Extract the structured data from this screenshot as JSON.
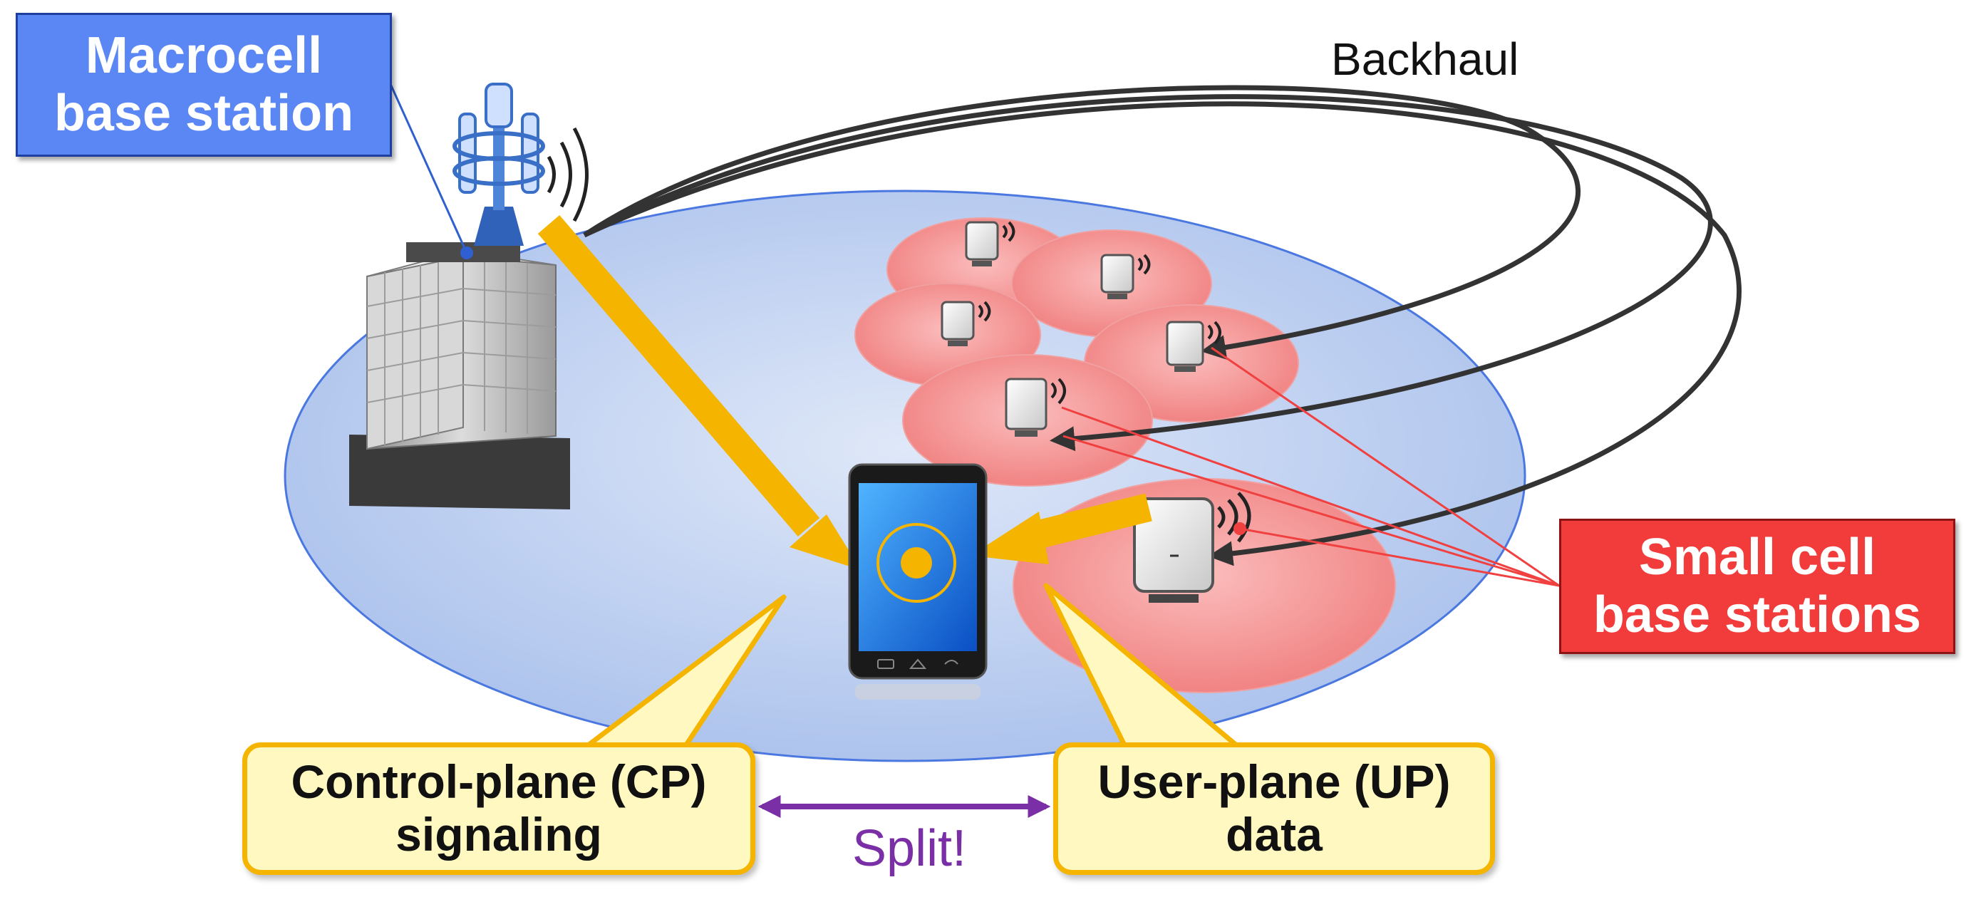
{
  "labels": {
    "macrocell": [
      "Macrocell",
      "base station"
    ],
    "small_cells": [
      "Small cell",
      "base stations"
    ],
    "backhaul": "Backhaul",
    "control_plane": [
      "Control-plane (CP)",
      "signaling"
    ],
    "user_plane": [
      "User-plane (UP)",
      "data"
    ],
    "split": "Split!"
  },
  "colors": {
    "macro_box": "#5b87f5",
    "small_cell_box": "#f23c3c",
    "macro_coverage": "#b8cdef",
    "small_cell_coverage": "#f59494",
    "signal_arrow": "#f4b400",
    "callout_fill": "#fff8c0",
    "split_arrow": "#7b2fa6",
    "backhaul_line": "#333333"
  }
}
